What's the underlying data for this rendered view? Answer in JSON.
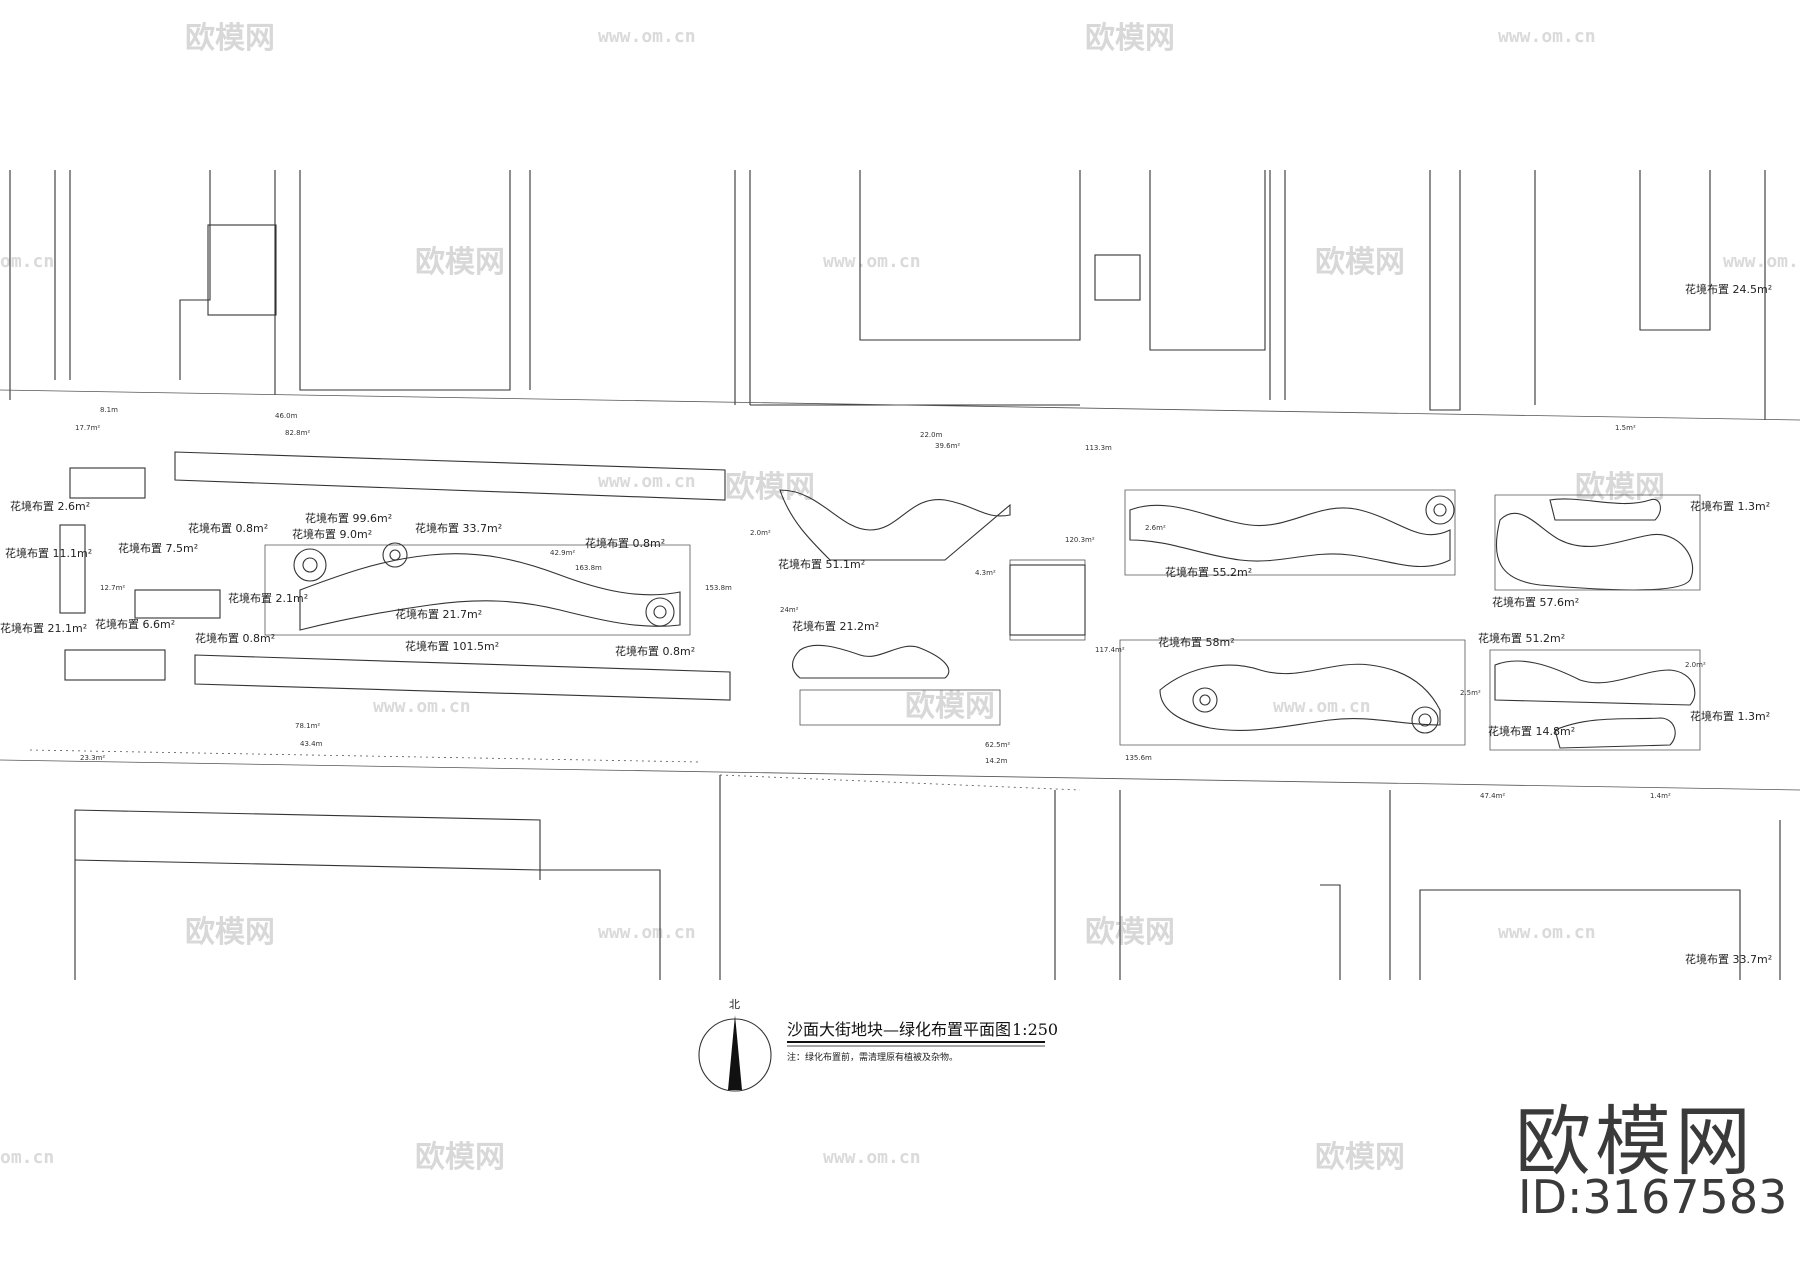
{
  "drawing": {
    "title": "沙面大街地块—绿化布置平面图",
    "scale": "1:250",
    "note": "注：绿化布置前，需清理原有植被及杂物。",
    "north": "北"
  },
  "flower_beds": [
    {
      "label": "花境布置",
      "area": "2.6m²"
    },
    {
      "label": "花境布置",
      "area": "11.1m²"
    },
    {
      "label": "花境布置",
      "area": "21.1m²"
    },
    {
      "label": "花境布置",
      "area": "7.5m²"
    },
    {
      "label": "花境布置",
      "area": "6.6m²"
    },
    {
      "label": "花境布置",
      "area": "0.8m²"
    },
    {
      "label": "花境布置",
      "area": "9.0m²"
    },
    {
      "label": "花境布置",
      "area": "99.6m²"
    },
    {
      "label": "花境布置",
      "area": "33.7m²"
    },
    {
      "label": "花境布置",
      "area": "0.8m²"
    },
    {
      "label": "花境布置",
      "area": "2.1m²"
    },
    {
      "label": "花境布置",
      "area": "21.7m²"
    },
    {
      "label": "花境布置",
      "area": "0.8m²"
    },
    {
      "label": "花境布置",
      "area": "101.5m²"
    },
    {
      "label": "花境布置",
      "area": "0.8m²"
    },
    {
      "label": "花境布置",
      "area": "51.1m²"
    },
    {
      "label": "花境布置",
      "area": "21.2m²"
    },
    {
      "label": "花境布置",
      "area": "55.2m²"
    },
    {
      "label": "花境布置",
      "area": "58m²"
    },
    {
      "label": "花境布置",
      "area": "57.6m²"
    },
    {
      "label": "花境布置",
      "area": "51.2m²"
    },
    {
      "label": "花境布置",
      "area": "14.8m²"
    },
    {
      "label": "花境布置",
      "area": "1.3m²"
    },
    {
      "label": "花境布置",
      "area": "24.5m²"
    },
    {
      "label": "花境布置",
      "area": "33.7m²"
    },
    {
      "label": "花境布置",
      "area": "1.3m²"
    }
  ],
  "small_labels": [
    "8.1m",
    "17.7m²",
    "46.0m",
    "82.8m²",
    "22.0m",
    "39.6m²",
    "113.3m",
    "1.5m²",
    "2.0m²",
    "42.9m²",
    "163.8m",
    "153.8m",
    "24m²",
    "4.3m²",
    "120.3m²",
    "117.4m²",
    "2.6m²",
    "2.5m²",
    "2.0m²",
    "78.1m²",
    "43.4m",
    "62.5m²",
    "14.2m",
    "135.6m",
    "47.4m²",
    "1.4m²",
    "23.3m²",
    "12.7m²"
  ],
  "watermark": {
    "text": "欧模网",
    "url": "www.om.cn",
    "partial_url": "om.cn"
  },
  "brand": {
    "name": "欧模网",
    "id": "ID:3167583"
  },
  "colors": {
    "line": "#333333",
    "hatch": "#444444",
    "watermark": "#d8d8d8",
    "brand": "#3a3a3a"
  }
}
